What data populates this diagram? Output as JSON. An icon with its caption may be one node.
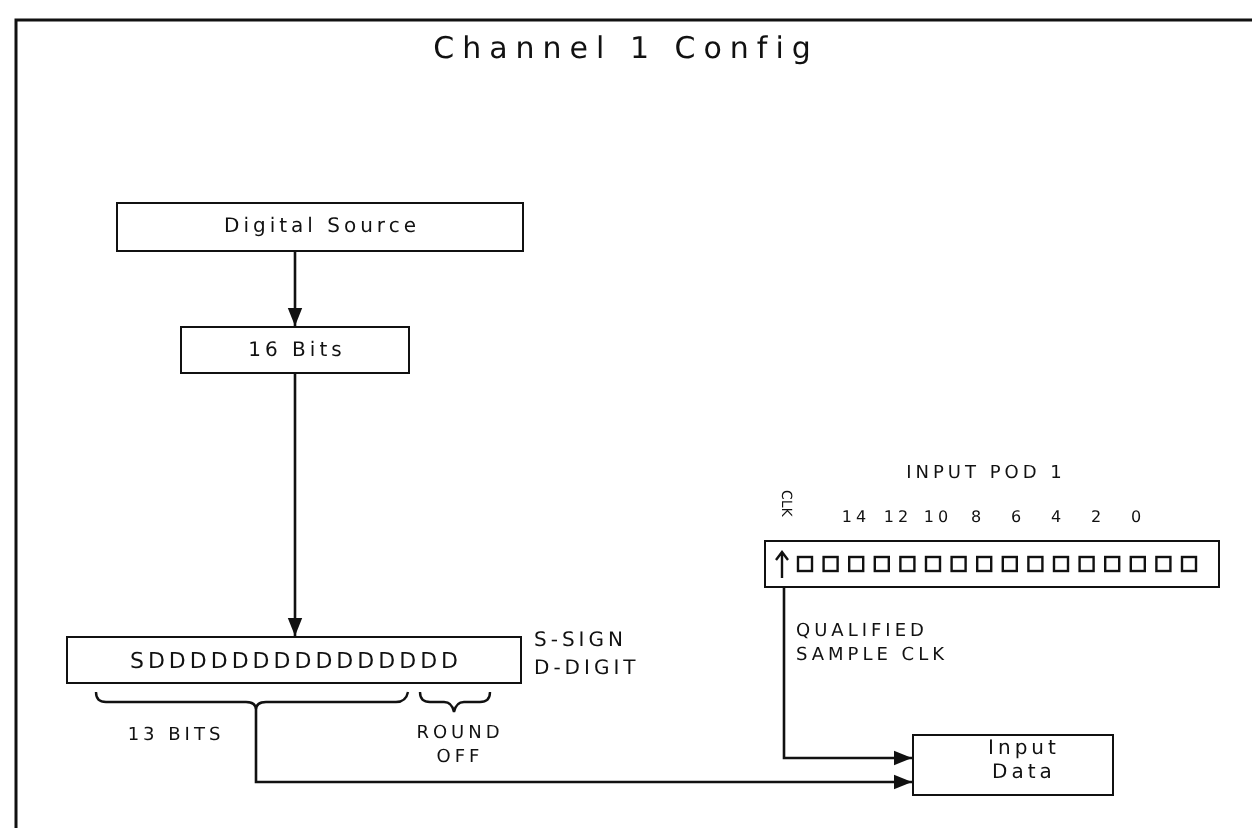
{
  "diagram": {
    "title": "Channel 1 Config",
    "nodes": [
      {
        "text": [
          "Digital Source"
        ]
      },
      {
        "text": [
          "16 Bits"
        ]
      },
      {
        "text": [
          "SDDDDDDDDDDDDDDD"
        ],
        "beside": [
          "S-SIGN",
          "D-DIGIT"
        ]
      },
      {
        "text": [
          "INPUT POD 1",
          "CLK",
          "14",
          "12",
          "10",
          "8",
          "6",
          "4",
          "2",
          "0"
        ]
      },
      {
        "text": [
          "Input Data"
        ]
      }
    ],
    "edges": [
      {
        "from": 0,
        "to": 1,
        "arrow": "to"
      },
      {
        "from": 1,
        "to": 2,
        "arrow": "to"
      },
      {
        "from": 2,
        "to": 4,
        "arrow": "to"
      },
      {
        "from": 3,
        "to": 4,
        "arrow": "to",
        "label": "QUALIFIED SAMPLE CLK"
      }
    ],
    "labels": [
      "13 BITS",
      "ROUND OFF"
    ]
  }
}
